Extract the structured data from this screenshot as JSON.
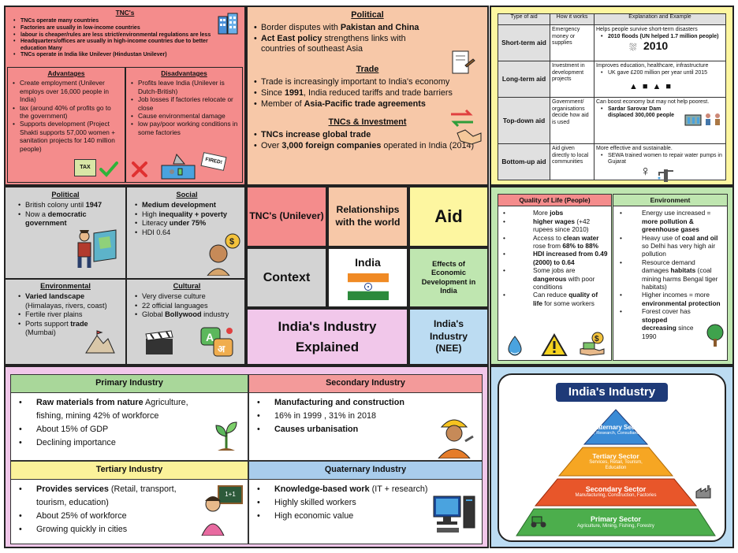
{
  "tncs": {
    "title": "TNC's",
    "points": [
      "TNCs operate many countries",
      "Factories are usually in low-income countries",
      "labour is cheaper/rules are less strict/environmental regulations are less",
      "Headquarters/offices are usually in high-income countries due to better education Many",
      "TNCs operate in India like Unilever (Hindustan Unilever)"
    ],
    "advantages": {
      "title": "Advantages",
      "points": [
        "Create employment (Unilever employs over 16,000 people in India)",
        "tax (around 40% of profits go to the government)",
        "Supports development (Project Shakti supports 57,000 women + sanitation projects for 140 million people)"
      ]
    },
    "disadvantages": {
      "title": "Disadvantages",
      "points": [
        "Profits leave India (Unilever is Dutch-British)",
        "Job losses if factories relocate or close",
        "Cause environmental damage",
        "low pay/poor working conditions in some factories"
      ]
    },
    "tax_label": "TAX",
    "fired_label": "FIRED!"
  },
  "relationships": {
    "political": {
      "title": "Political",
      "points": [
        "Border disputes with Pakistan and China",
        "Act East policy strengthens links with countries of southeast Asia"
      ]
    },
    "trade": {
      "title": "Trade",
      "points": [
        "Trade is increasingly important to India's economy",
        "Since 1991, India reduced tariffs and trade barriers",
        "Member of Asia-Pacific trade agreements"
      ]
    },
    "tnc_investment": {
      "title": "TNCs & Investment",
      "points": [
        "TNCs increase global trade",
        "Over 3,000 foreign companies operated in India (2014)"
      ]
    }
  },
  "aid": {
    "headers": [
      "Type of aid",
      "How it works",
      "Explanation and Example"
    ],
    "rows": [
      {
        "type": "Short-term aid",
        "how": "Emergency money or supplies",
        "explanation": "Helps people survive short-term disasters",
        "example": "2010 floods (UN helped 1.7 million people)",
        "badge": "2010"
      },
      {
        "type": "Long-term aid",
        "how": "Investment in development projects",
        "explanation": "Improves education, healthcare, infrastructure",
        "example": "UK gave £200 million per year until 2015",
        "badge": ""
      },
      {
        "type": "Top-down aid",
        "how": "Government/ organisations decide how aid is used",
        "explanation": "Can boost economy but may not help poorest.",
        "example": "Sardar Sarovar Dam displaced 300,000 people",
        "badge": ""
      },
      {
        "type": "Bottom-up aid",
        "how": "Aid given directly to local communities",
        "explanation": "More effective and sustainable.",
        "example": "SEWA trained women to repair water pumps in Gujarat",
        "badge": ""
      }
    ]
  },
  "context": {
    "political": {
      "title": "Political",
      "points": [
        "British colony until 1947",
        "Now a democratic government"
      ]
    },
    "social": {
      "title": "Social",
      "points": [
        "Medium development",
        "High inequality + poverty",
        "Literacy under 75%",
        "HDI 0.64"
      ]
    },
    "environmental": {
      "title": "Environmental",
      "points": [
        "Varied landscape (Himalayas, rivers, coast)",
        "Fertile river plains",
        "Ports support trade (Mumbai)"
      ]
    },
    "cultural": {
      "title": "Cultural",
      "points": [
        "Very diverse culture",
        "22 official languages",
        "Global Bollywood industry"
      ]
    }
  },
  "hub": {
    "tncs": "TNC's (Unilever)",
    "relationships": "Relationships with the world",
    "aid": "Aid",
    "context": "Context",
    "india": "India",
    "effects": "Effects of Economic Development in India",
    "title": "India's Industry Explained",
    "nee": "India's Industry (NEE)"
  },
  "effects": {
    "quality": {
      "title": "Quality of Life (People)",
      "points": [
        "More jobs",
        "higher wages (+42 rupees since 2010)",
        "Access to clean water rose from 68% to 88%",
        "HDI increased from 0.49 (2000) to 0.64",
        "Some jobs are dangerous with poor conditions",
        "Can reduce quality of life for some workers"
      ]
    },
    "environment": {
      "title": "Environment",
      "points": [
        "Energy use increased = more pollution & greenhouse gases",
        "Heavy use of coal and oil so Delhi has very high air pollution",
        "Resource demand damages habitats (coal mining harms Bengal tiger habitats)",
        "Higher incomes = more environmental protection",
        "Forest cover has stopped decreasing since 1990"
      ]
    }
  },
  "industry": {
    "primary": {
      "title": "Primary Industry",
      "points": [
        "Raw materials from nature Agriculture, fishing, mining 42% of workforce",
        "About 15% of GDP",
        "Declining importance"
      ]
    },
    "secondary": {
      "title": "Secondary Industry",
      "points": [
        "Manufacturing and construction",
        "16% in 1999 , 31% in 2018",
        "Causes urbanisation"
      ]
    },
    "tertiary": {
      "title": "Tertiary Industry",
      "points": [
        "Provides services (Retail, transport, tourism, education)",
        "About 25% of workforce",
        "Growing quickly in cities"
      ]
    },
    "quaternary": {
      "title": "Quaternary Industry",
      "points": [
        "Knowledge-based work (IT + research)",
        "Highly skilled workers",
        "High economic value"
      ]
    },
    "board_text": "1+1"
  },
  "pyramid": {
    "title": "India's Industry",
    "levels": [
      {
        "name": "Quaternary Sector",
        "desc": "IT, Research, Consultancy"
      },
      {
        "name": "Tertiary Sector",
        "desc": "Services, Retail, Tourism, Education"
      },
      {
        "name": "Secondary Sector",
        "desc": "Manufacturing, Construction, Factories"
      },
      {
        "name": "Primary Sector",
        "desc": "Agriculture, Mining, Fishing, Forestry"
      }
    ]
  },
  "colors": {
    "tncs": "#f48c8c",
    "relationships": "#f7c8a8",
    "aid": "#fdf6a0",
    "context": "#d3d3d3",
    "effects": "#bfe6b0",
    "title": "#f1c7ea",
    "nee": "#bcdcf2",
    "primary": "#a9d79a",
    "secondary": "#f39a9a",
    "tertiary": "#fbf29a",
    "quaternary": "#a9cdec"
  }
}
